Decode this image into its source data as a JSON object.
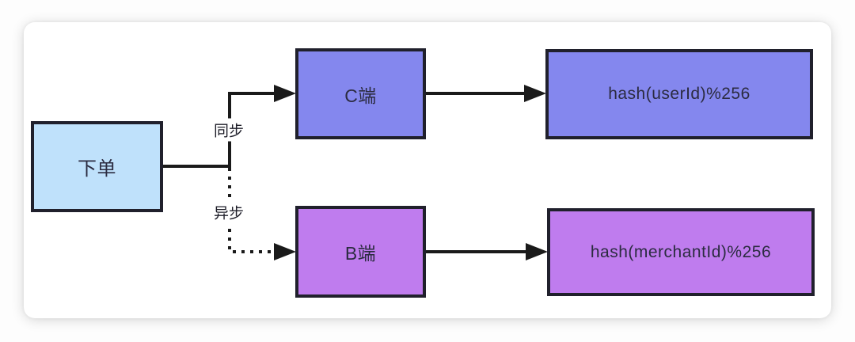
{
  "diagram": {
    "nodes": {
      "order": {
        "label": "下单",
        "fill": "#bfe1fb"
      },
      "c_side": {
        "label": "C端",
        "fill": "#8487ee"
      },
      "hash_user": {
        "label": "hash(userId)%256",
        "fill": "#8487ee"
      },
      "b_side": {
        "label": "B端",
        "fill": "#bf7cee"
      },
      "hash_merchant": {
        "label": "hash(merchantId)%256",
        "fill": "#bf7cee"
      }
    },
    "edges": {
      "sync": {
        "label": "同步",
        "style": "solid"
      },
      "async": {
        "label": "异步",
        "style": "dotted"
      }
    },
    "colors": {
      "connector": "#1a1a1a",
      "node_border": "#20202c",
      "node_text": "#2b2b40",
      "card_background": "#ffffff"
    }
  }
}
